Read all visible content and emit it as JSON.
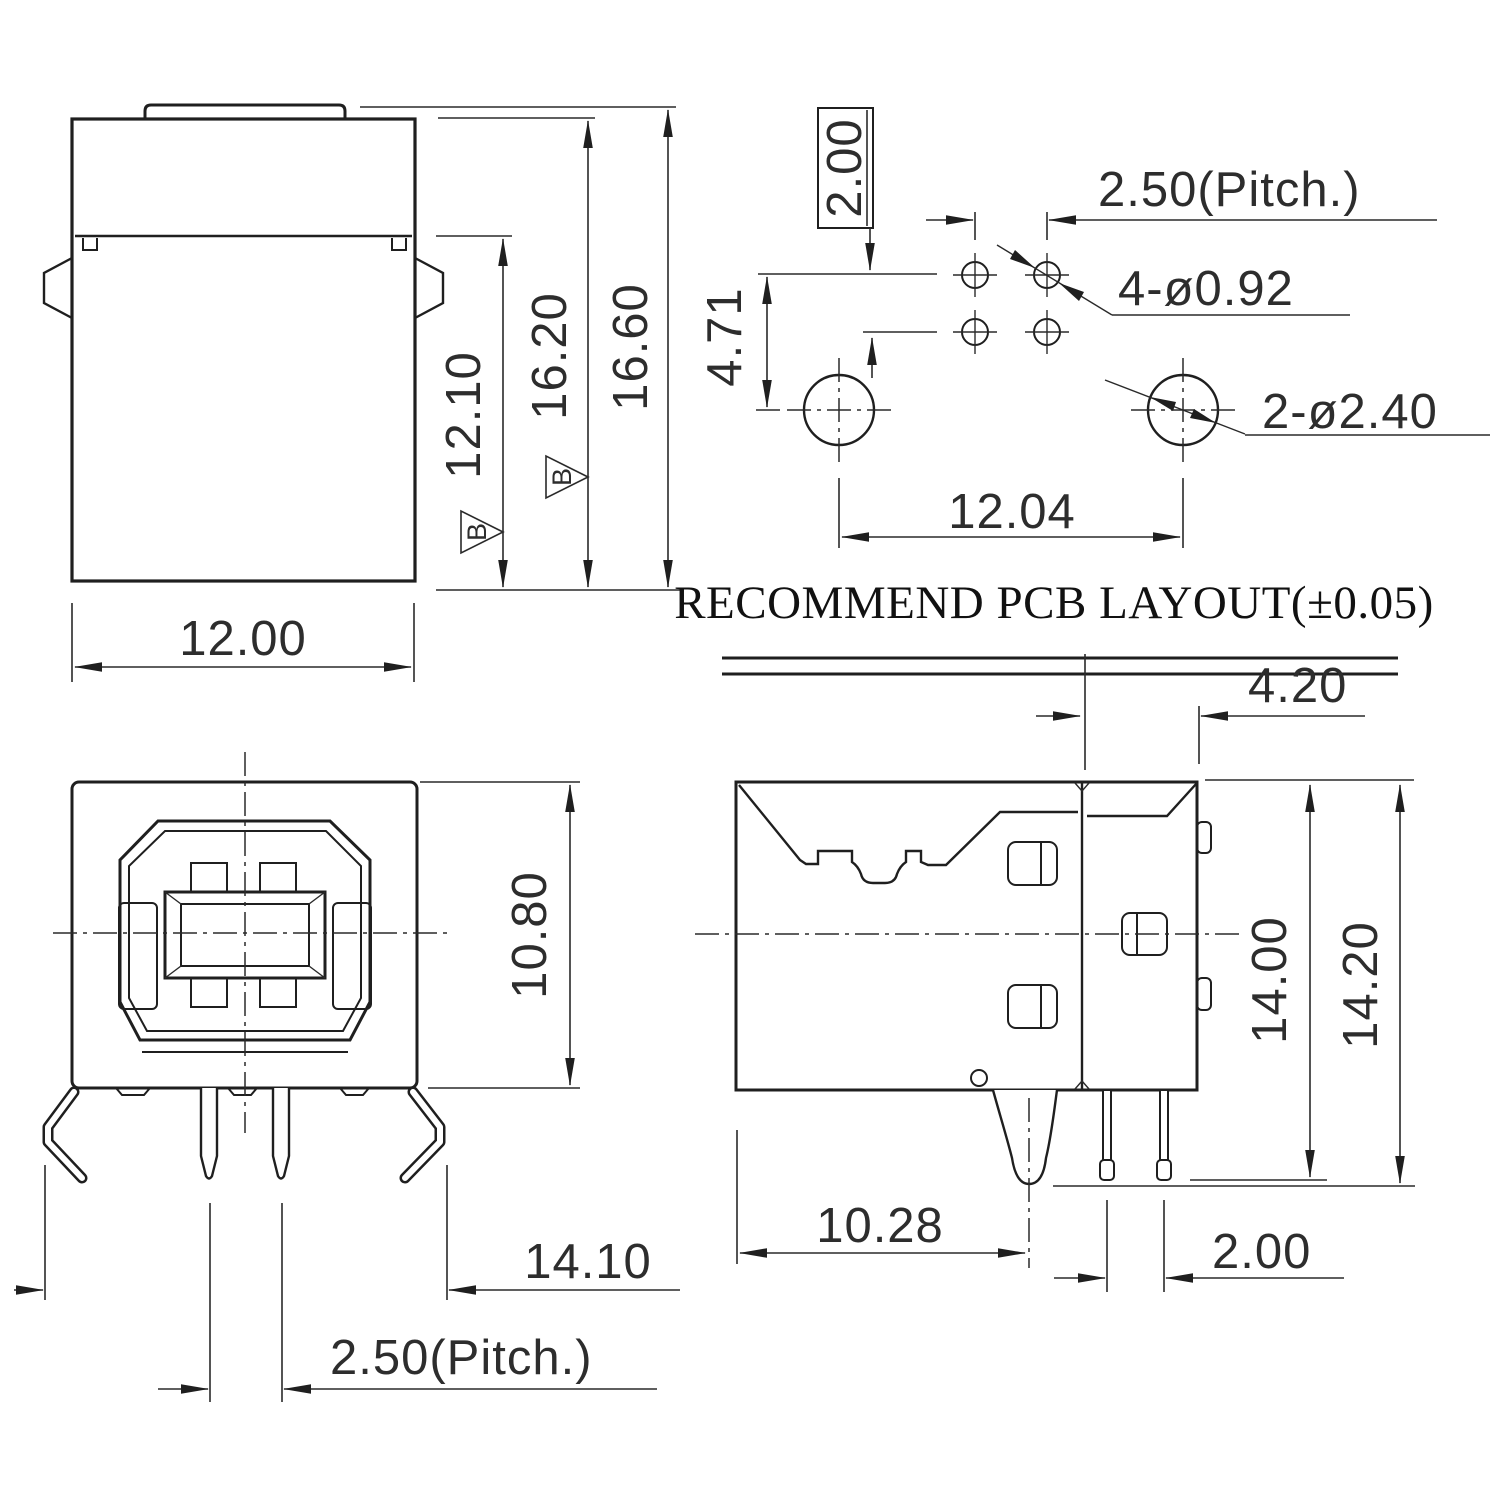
{
  "page": {
    "background": "#ffffff",
    "line_color": "#1f1f1f"
  },
  "views": {
    "top_side": {
      "dims": {
        "width": "12.00",
        "height_inner": "12.10",
        "height_shell": "16.20",
        "height_total": "16.60"
      },
      "finish_mark": "B"
    },
    "pcb": {
      "title": "RECOMMEND PCB LAYOUT(±0.05)",
      "dims": {
        "pad_height": "2.00",
        "pitch": "2.50(Pitch.)",
        "row_offset": "4.71",
        "pin_holes": "4-ø0.92",
        "mount_holes": "2-ø2.40",
        "mount_span": "12.04"
      }
    },
    "front": {
      "dims": {
        "opening_height": "10.80",
        "clip_span": "14.10",
        "pin_pitch": "2.50(Pitch.)"
      }
    },
    "side": {
      "dims": {
        "housing_depth": "4.20",
        "height_to_pin": "14.00",
        "height_to_peg": "14.20",
        "body_depth": "10.28",
        "pin_pitch": "2.00"
      }
    }
  }
}
